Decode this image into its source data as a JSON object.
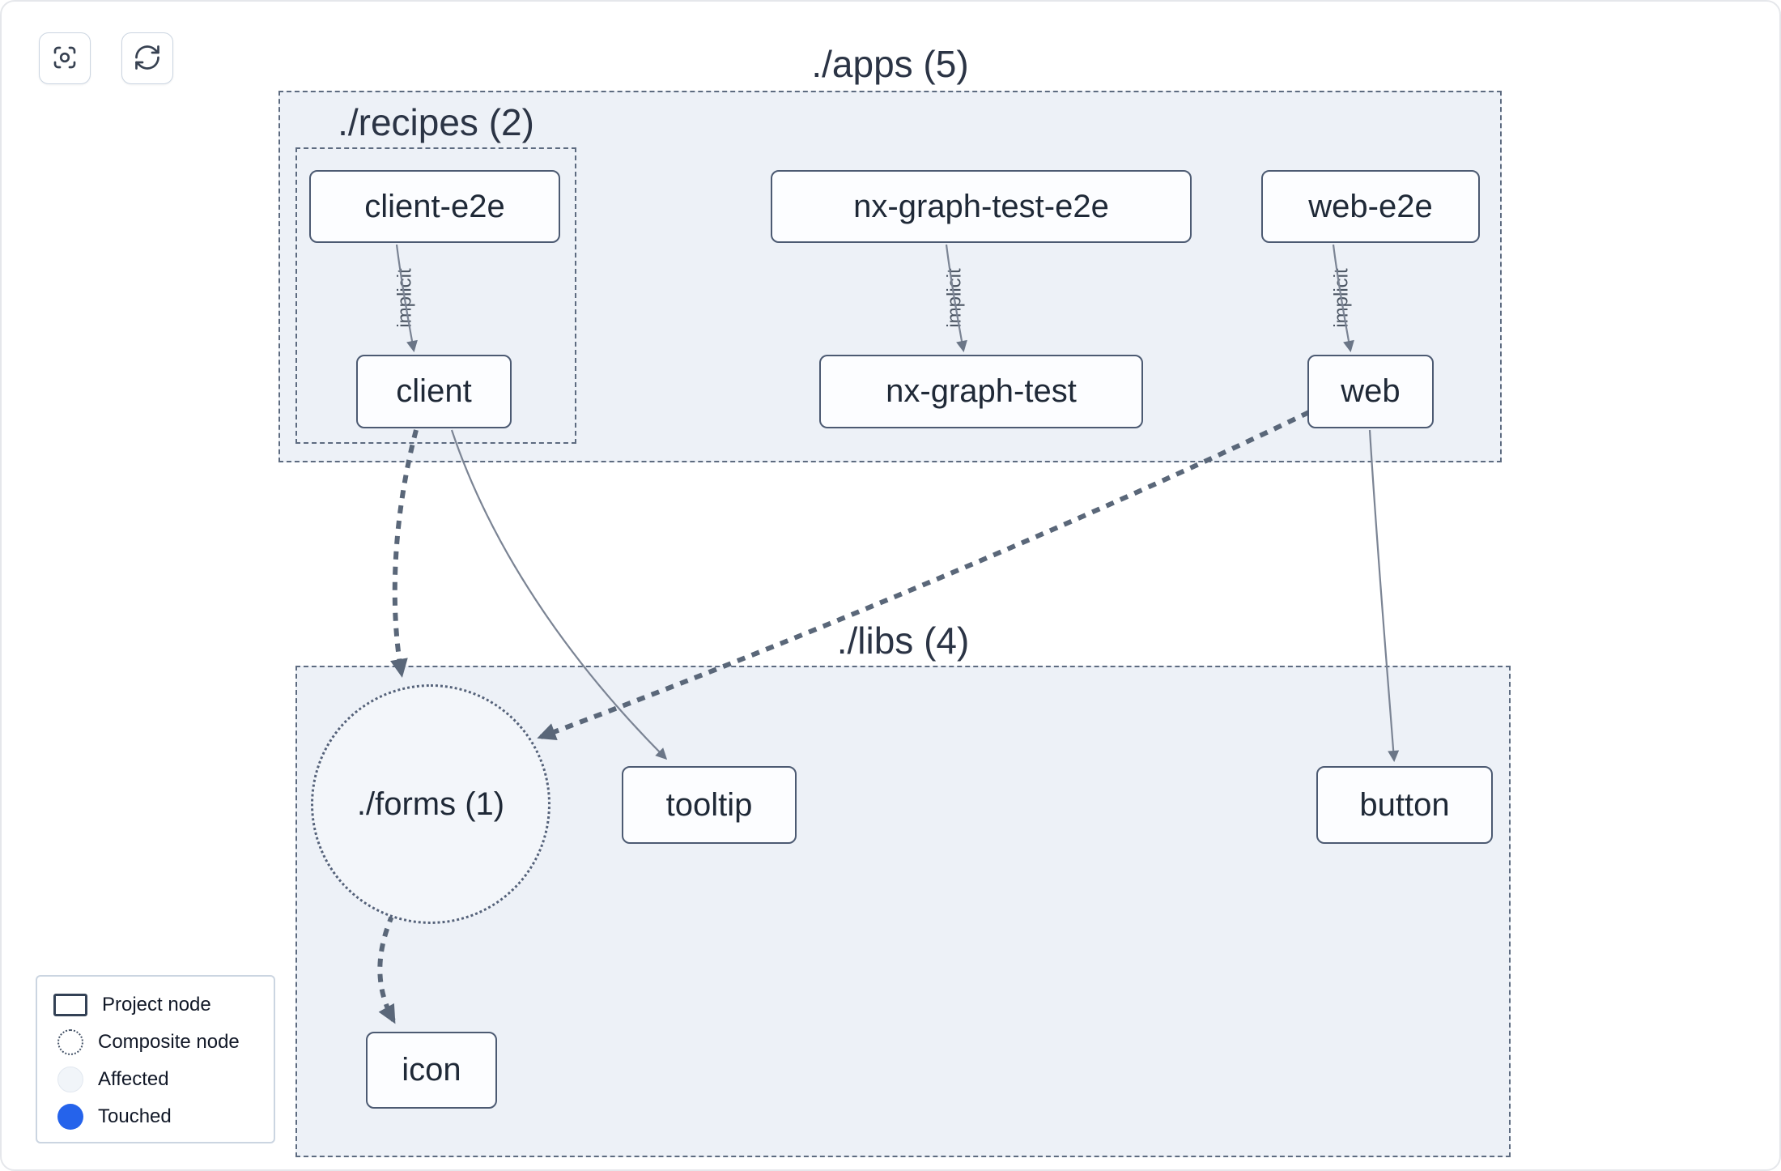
{
  "toolbar": {
    "buttons": [
      {
        "name": "focus",
        "icon": "focus-icon"
      },
      {
        "name": "refresh",
        "icon": "refresh-icon"
      }
    ]
  },
  "groups": {
    "apps": {
      "label": "./apps (5)"
    },
    "recipes": {
      "label": "./recipes (2)"
    },
    "libs": {
      "label": "./libs (4)"
    }
  },
  "nodes": {
    "client_e2e": {
      "label": "client-e2e",
      "type": "project"
    },
    "nx_graph_test_e2e": {
      "label": "nx-graph-test-e2e",
      "type": "project"
    },
    "web_e2e": {
      "label": "web-e2e",
      "type": "project"
    },
    "client": {
      "label": "client",
      "type": "project"
    },
    "nx_graph_test": {
      "label": "nx-graph-test",
      "type": "project"
    },
    "web": {
      "label": "web",
      "type": "project"
    },
    "forms": {
      "label": "./forms (1)",
      "type": "composite"
    },
    "tooltip": {
      "label": "tooltip",
      "type": "project"
    },
    "button": {
      "label": "button",
      "type": "project"
    },
    "icon": {
      "label": "icon",
      "type": "project"
    }
  },
  "edges": [
    {
      "source": "client-e2e",
      "target": "client",
      "label": "implicit",
      "style": "thin-solid"
    },
    {
      "source": "nx-graph-test-e2e",
      "target": "nx-graph-test",
      "label": "implicit",
      "style": "thin-solid"
    },
    {
      "source": "web-e2e",
      "target": "web",
      "label": "implicit",
      "style": "thin-solid"
    },
    {
      "source": "client",
      "target": "./forms (1)",
      "label": "",
      "style": "bold-dashed"
    },
    {
      "source": "client",
      "target": "tooltip",
      "label": "",
      "style": "thin-solid"
    },
    {
      "source": "web",
      "target": "./forms (1)",
      "label": "",
      "style": "bold-dashed"
    },
    {
      "source": "web",
      "target": "button",
      "label": "",
      "style": "thin-solid"
    },
    {
      "source": "./forms (1)",
      "target": "icon",
      "label": "",
      "style": "bold-dashed"
    }
  ],
  "legend": {
    "items": [
      {
        "label": "Project node",
        "marker": "rect-outline"
      },
      {
        "label": "Composite node",
        "marker": "dashed-circle"
      },
      {
        "label": "Affected",
        "marker": "light-circle",
        "color": "#f1f5f9"
      },
      {
        "label": "Touched",
        "marker": "filled-circle",
        "color": "#2563eb"
      }
    ]
  },
  "colors": {
    "group_fill": "#edf1f7",
    "group_border": "#5d6b80",
    "node_border": "#4c5a72",
    "edge_bold": "#5a6779",
    "edge_thin": "#7b8494",
    "touched_blue": "#2563eb"
  }
}
